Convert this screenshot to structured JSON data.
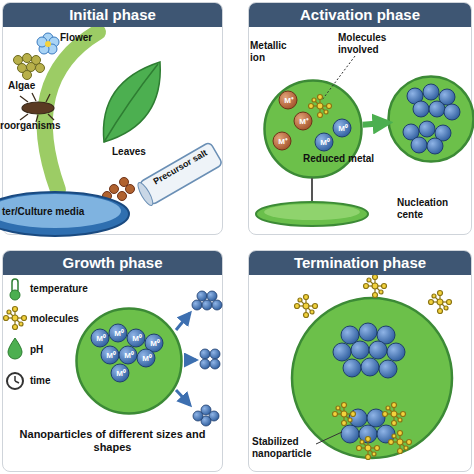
{
  "diagram": {
    "nodes": [
      {
        "text": [
          "Initial phase"
        ]
      },
      {
        "text": [
          "Activation phase"
        ]
      },
      {
        "text": [
          "Growth phase"
        ]
      },
      {
        "text": [
          "Termination phase"
        ]
      },
      {
        "text": [
          "M⁺",
          "M⁺",
          "M⁺",
          "M⁰",
          "M⁰"
        ],
        "in": 1
      },
      {
        "text": [
          "Nucleation cente"
        ],
        "in": 1
      },
      {
        "text": [
          "M⁰",
          "M⁰",
          "M⁰",
          "M⁰",
          "M⁰",
          "M⁰",
          "M⁰",
          "M⁰"
        ],
        "in": 2
      }
    ],
    "edges": [
      {
        "from": 4,
        "to": 5,
        "arrow": "to"
      }
    ],
    "labels": [
      "Flower",
      "Algae",
      "Leaves",
      "roorganisms",
      "Precursor salt",
      "ter/Culture media",
      "Metallic ion",
      "Molecules involved",
      "Reduced metal",
      "temperature",
      "molecules",
      "pH",
      "time",
      "Nanoparticles of different sizes and shapes",
      "Stabilized nanoparticle"
    ]
  }
}
